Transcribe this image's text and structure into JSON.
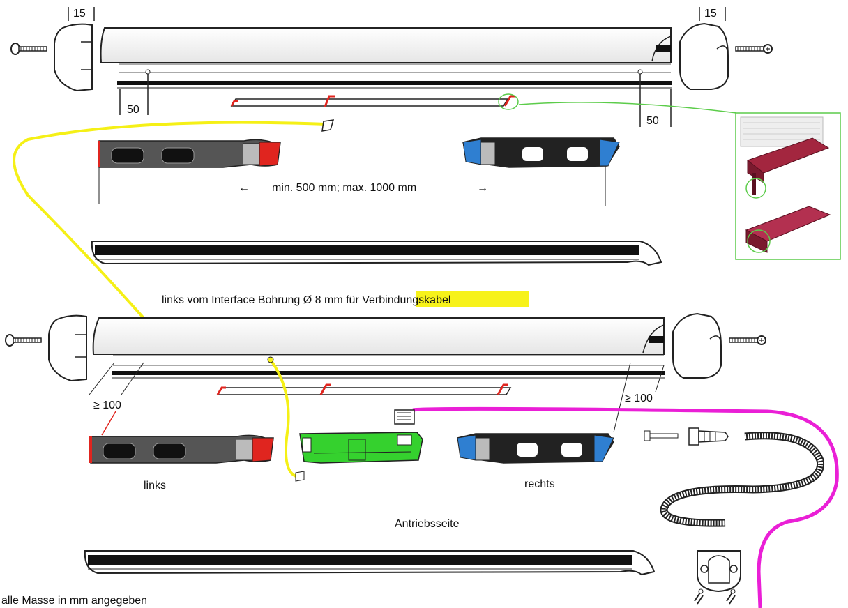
{
  "dimensions": {
    "top_left_cap": "15",
    "top_right_cap": "15",
    "left_offset": "50",
    "right_offset": "50",
    "mid_left_clear": "≥ 100",
    "mid_right_clear": "≥ 100"
  },
  "labels": {
    "range": "min. 500 mm; max. 1000 mm",
    "arrow_left": "←",
    "arrow_right": "→",
    "bore_note_prefix": "links vom Interface Bohrung Ø 8 mm für ",
    "bore_note_highlight": "Verbindungskabel",
    "left_side": "links",
    "right_side": "rechts",
    "drive_side": "Antriebsseite",
    "footnote": "alle Masse in mm angegeben"
  },
  "colors": {
    "left_module": "#e0251f",
    "right_module": "#2f7fd1",
    "interface_board": "#35d12e",
    "connector_cable": "#f5f016",
    "power_cable": "#ea1fd6",
    "callout": "#5ccc4a",
    "highlight": "#f7f21a",
    "connector_red": "#a3263f"
  },
  "icons": {
    "screw": "screw-icon",
    "end_cap": "end-cap-icon",
    "flat_cable": "ribbon-cable-icon",
    "connector": "idc-connector-icon",
    "gland": "cable-gland-icon",
    "conduit": "corrugated-conduit-icon",
    "clip": "conduit-clip-icon"
  }
}
